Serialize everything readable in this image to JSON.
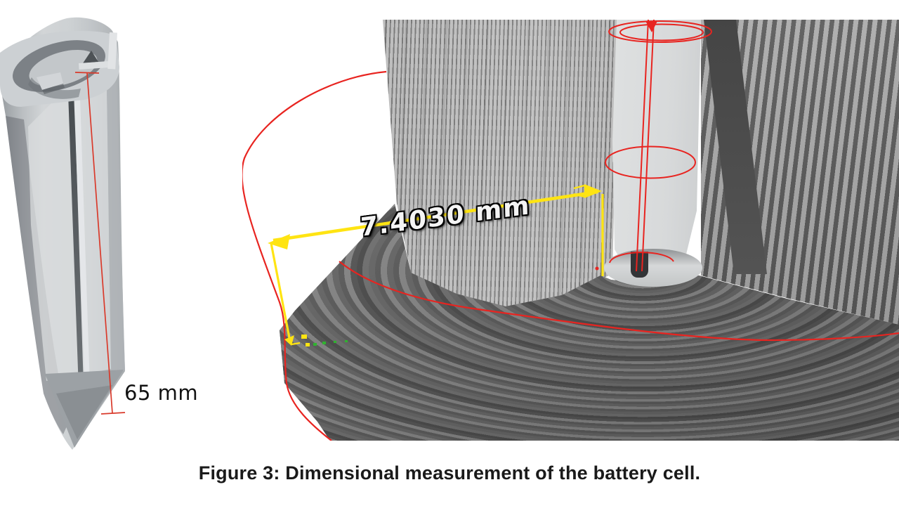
{
  "figure": {
    "caption": "Figure 3: Dimensional measurement of the battery cell.",
    "left_panel": {
      "dimension_label": "65 mm"
    },
    "right_panel": {
      "dimension_label": "7.4030 mm"
    },
    "annotation_colors": {
      "measurement_red": "#e82420",
      "measurement_yellow": "#ffe412",
      "marker_green": "#2fb32f"
    }
  }
}
